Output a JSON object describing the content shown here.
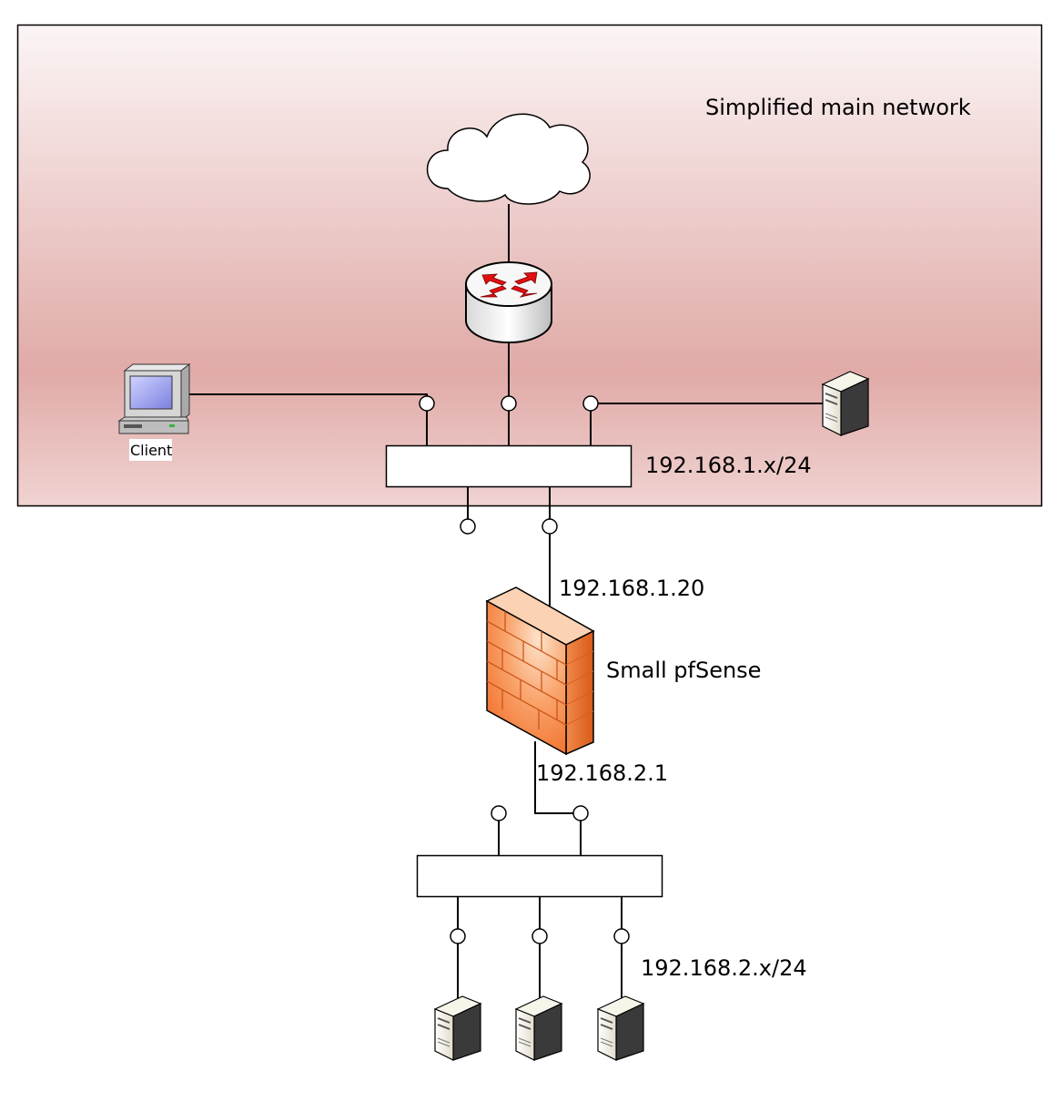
{
  "main_network": {
    "title": "Simplified main network",
    "subnet": "192.168.1.x/24"
  },
  "client": {
    "label": "Client"
  },
  "firewall": {
    "name": "Small pfSense",
    "wan_ip": "192.168.1.20",
    "lan_ip": "192.168.2.1"
  },
  "lan": {
    "subnet": "192.168.2.x/24"
  },
  "icons": {
    "cloud": "cloud-icon",
    "router": "router-icon",
    "client": "desktop-computer-icon",
    "server": "server-icon",
    "firewall": "firewall-icon",
    "switch": "switch-icon"
  },
  "colors": {
    "zone_top": "#fbf5f5",
    "zone_mid": "#e0aaa7",
    "router_arrows": "#e01010",
    "firewall_orange": "#f47d33"
  }
}
